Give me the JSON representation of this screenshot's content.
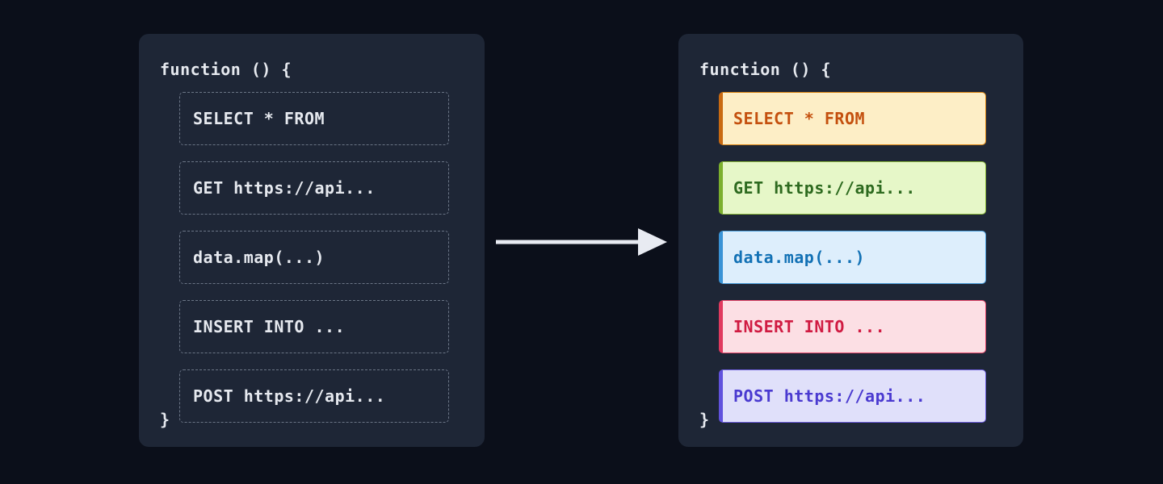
{
  "page": {
    "background": "#0b0f1a",
    "panel_background": "#1e2636",
    "code_text_color": "#e6e9ef"
  },
  "arrow": {
    "name": "transformation-arrow",
    "direction": "right",
    "color": "#e8ebf2"
  },
  "panel_before": {
    "title": "before-panel",
    "header": "function () {",
    "footer": "}",
    "rows": [
      {
        "text": "SELECT * FROM",
        "style": "dashed"
      },
      {
        "text": "GET https://api...",
        "style": "dashed"
      },
      {
        "text": "data.map(...)",
        "style": "dashed"
      },
      {
        "text": "INSERT INTO ...",
        "style": "dashed"
      },
      {
        "text": "POST https://api...",
        "style": "dashed"
      }
    ]
  },
  "panel_after": {
    "title": "after-panel",
    "header": "function () {",
    "footer": "}",
    "rows": [
      {
        "text": "SELECT * FROM",
        "label": "sql-select",
        "bg": "#fdeec6",
        "fg": "#c4500e",
        "border": "#d9820f",
        "accent": "#c96a12"
      },
      {
        "text": "GET https://api...",
        "label": "http-get",
        "bg": "#e6f7c8",
        "fg": "#2d6a1f",
        "border": "#8ab83a",
        "accent": "#7cb02e"
      },
      {
        "text": "data.map(...)",
        "label": "js-map",
        "bg": "#ddeefc",
        "fg": "#1271b5",
        "border": "#4da0dd",
        "accent": "#3a93d6"
      },
      {
        "text": "INSERT INTO ...",
        "label": "sql-insert",
        "bg": "#fcdfe4",
        "fg": "#d01b42",
        "border": "#e4466a",
        "accent": "#e03a5f"
      },
      {
        "text": "POST https://api...",
        "label": "http-post",
        "bg": "#e0e0fa",
        "fg": "#4a3ad0",
        "border": "#6f60e0",
        "accent": "#6152dd"
      }
    ]
  }
}
